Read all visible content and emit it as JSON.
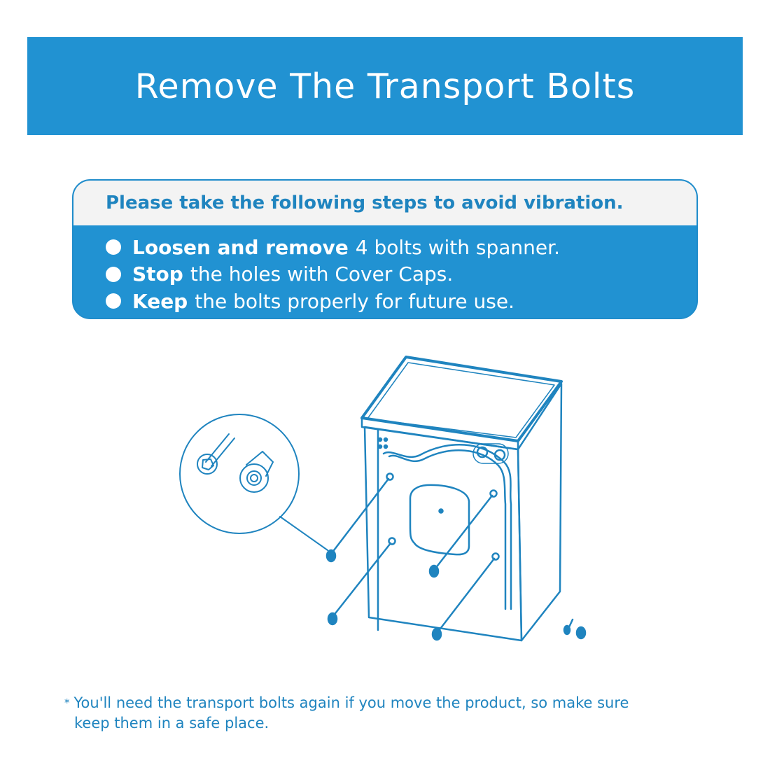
{
  "header": {
    "title": "Remove The Transport Bolts"
  },
  "instructions": {
    "heading": "Please take the following steps to avoid vibration.",
    "steps": [
      {
        "bold": "Loosen and remove",
        "rest": "4 bolts with spanner."
      },
      {
        "bold": "Stop",
        "rest": "the holes with Cover Caps."
      },
      {
        "bold": "Keep",
        "rest": "the bolts properly for future use."
      }
    ]
  },
  "footnote": {
    "marker": "*",
    "line1": "You'll need the transport bolts again if you move the product, so make sure",
    "line2": "keep them in a safe place."
  },
  "colors": {
    "brand": "#2192d2",
    "line": "#1f84bf"
  }
}
